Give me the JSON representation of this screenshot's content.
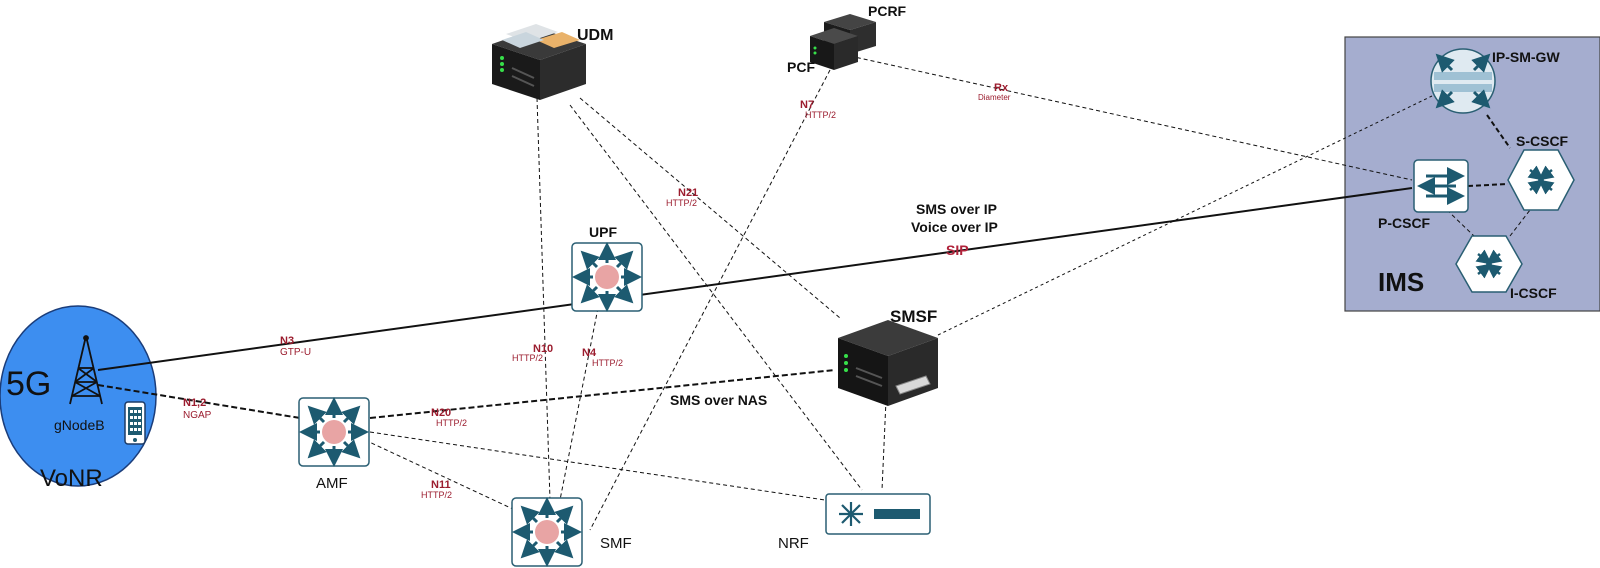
{
  "nodes": {
    "udm": "UDM",
    "pcrf": "PCRF",
    "pcf": "PCF",
    "upf": "UPF",
    "smsf": "SMSF",
    "amf": "AMF",
    "smf": "SMF",
    "nrf": "NRF",
    "ip_sm_gw": "IP-SM-GW",
    "s_cscf": "S-CSCF",
    "p_cscf": "P-CSCF",
    "i_cscf": "I-CSCF",
    "ims": "IMS",
    "five_g": "5G",
    "gnodeb": "gNodeB",
    "vonr": "VoNR"
  },
  "interfaces": {
    "n7": {
      "name": "N7",
      "proto": "HTTP/2"
    },
    "rx": {
      "name": "Rx",
      "proto": "Diameter"
    },
    "n21": {
      "name": "N21",
      "proto": "HTTP/2"
    },
    "n3": {
      "name": "N3",
      "proto": "GTP-U"
    },
    "n10": {
      "name": "N10",
      "proto": "HTTP/2"
    },
    "n4": {
      "name": "N4",
      "proto": "HTTP/2"
    },
    "n1n2": {
      "name": "N1,2",
      "proto": "NGAP"
    },
    "n20": {
      "name": "N20",
      "proto": "HTTP/2"
    },
    "n11": {
      "name": "N11",
      "proto": "HTTP/2"
    }
  },
  "flows": {
    "sms_over_ip": "SMS over IP",
    "voice_over_ip": "Voice over IP",
    "sip": "SIP",
    "sms_over_nas": "SMS over NAS"
  },
  "colors": {
    "ims_panel": "#a5adcf",
    "vonr_circle": "#3d8ef0",
    "switch_border": "#2a5f73",
    "switch_arrow": "#1d5a70",
    "router_core": "#e8a4a4",
    "interface_label": "#9b1c2e"
  }
}
